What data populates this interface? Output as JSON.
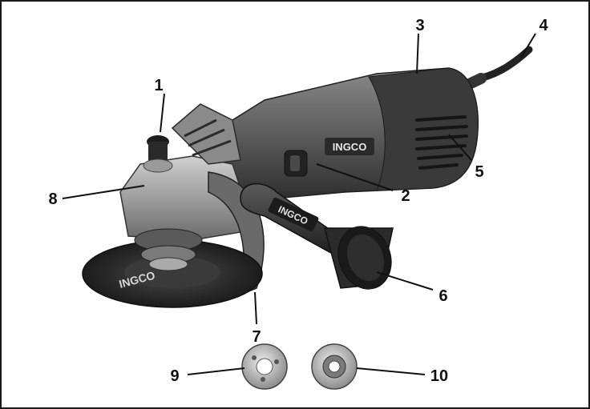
{
  "brand": {
    "wordmark": "INGCO"
  },
  "callouts": [
    {
      "id": "1",
      "label": "1"
    },
    {
      "id": "2",
      "label": "2"
    },
    {
      "id": "3",
      "label": "3"
    },
    {
      "id": "4",
      "label": "4"
    },
    {
      "id": "5",
      "label": "5"
    },
    {
      "id": "6",
      "label": "6"
    },
    {
      "id": "7",
      "label": "7"
    },
    {
      "id": "8",
      "label": "8"
    },
    {
      "id": "9",
      "label": "9"
    },
    {
      "id": "10",
      "label": "10"
    }
  ],
  "colors": {
    "body_dark": "#3a3a3a",
    "body_mid": "#6e6e6e",
    "gear_head": "#9a9a9a",
    "disc": "#2e2e2e",
    "leader_line": "#111111"
  }
}
